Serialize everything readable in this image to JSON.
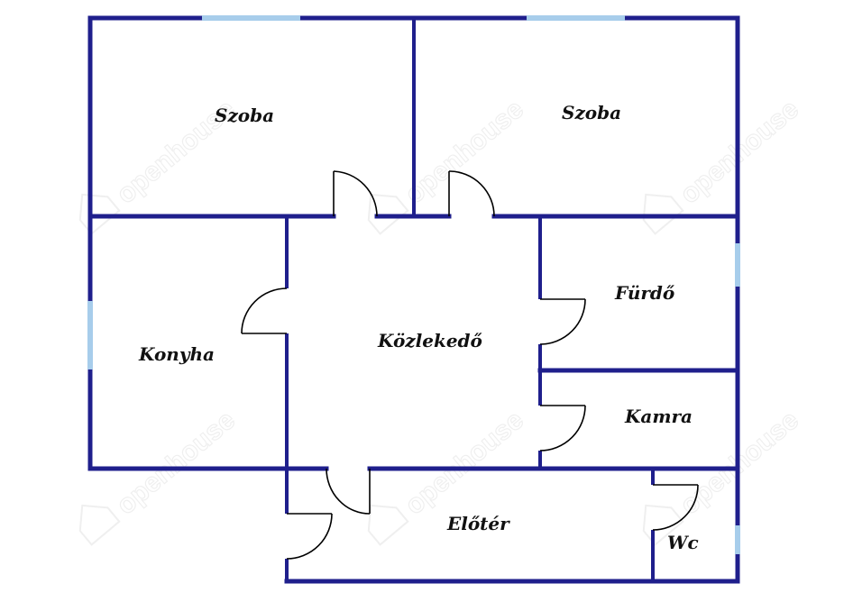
{
  "rooms": {
    "szoba_left": "Szoba",
    "szoba_right": "Szoba",
    "konyha": "Konyha",
    "kozlekedo": "Közlekedő",
    "furdo": "Fürdő",
    "kamra": "Kamra",
    "eloter": "Előtér",
    "wc": "Wc"
  },
  "watermark": "openhouse",
  "colors": {
    "wall": "#1f1f8c",
    "window": "#a7cdeb",
    "door": "#000000"
  }
}
